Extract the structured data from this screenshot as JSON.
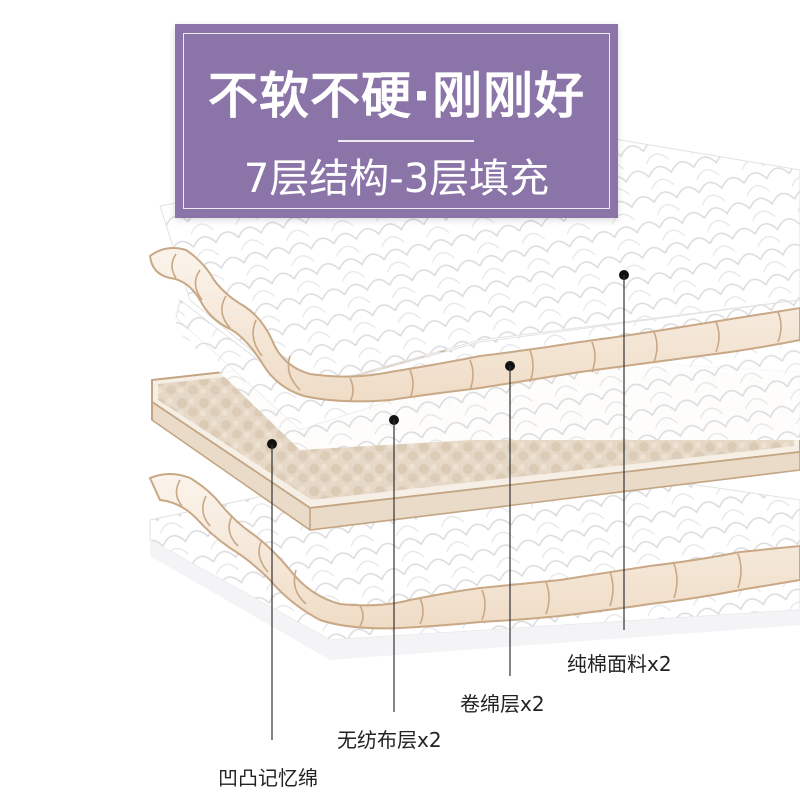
{
  "banner": {
    "headline": "不软不硬·刚刚好",
    "subheadline": "7层结构-3层填充",
    "color": "#8a74a8"
  },
  "layers": [
    {
      "label": "纯棉面料x2"
    },
    {
      "label": "卷绵层x2"
    },
    {
      "label": "无纺布层x2"
    },
    {
      "label": "凹凸记忆绵"
    }
  ],
  "colors": {
    "quilt_white": "#ffffff",
    "quilt_stitch": "#d9d9dc",
    "filling": "#f7ece0",
    "filling_outline": "#c9a886",
    "foam": "#d8c8b2",
    "foam_edge": "#c4a583"
  }
}
